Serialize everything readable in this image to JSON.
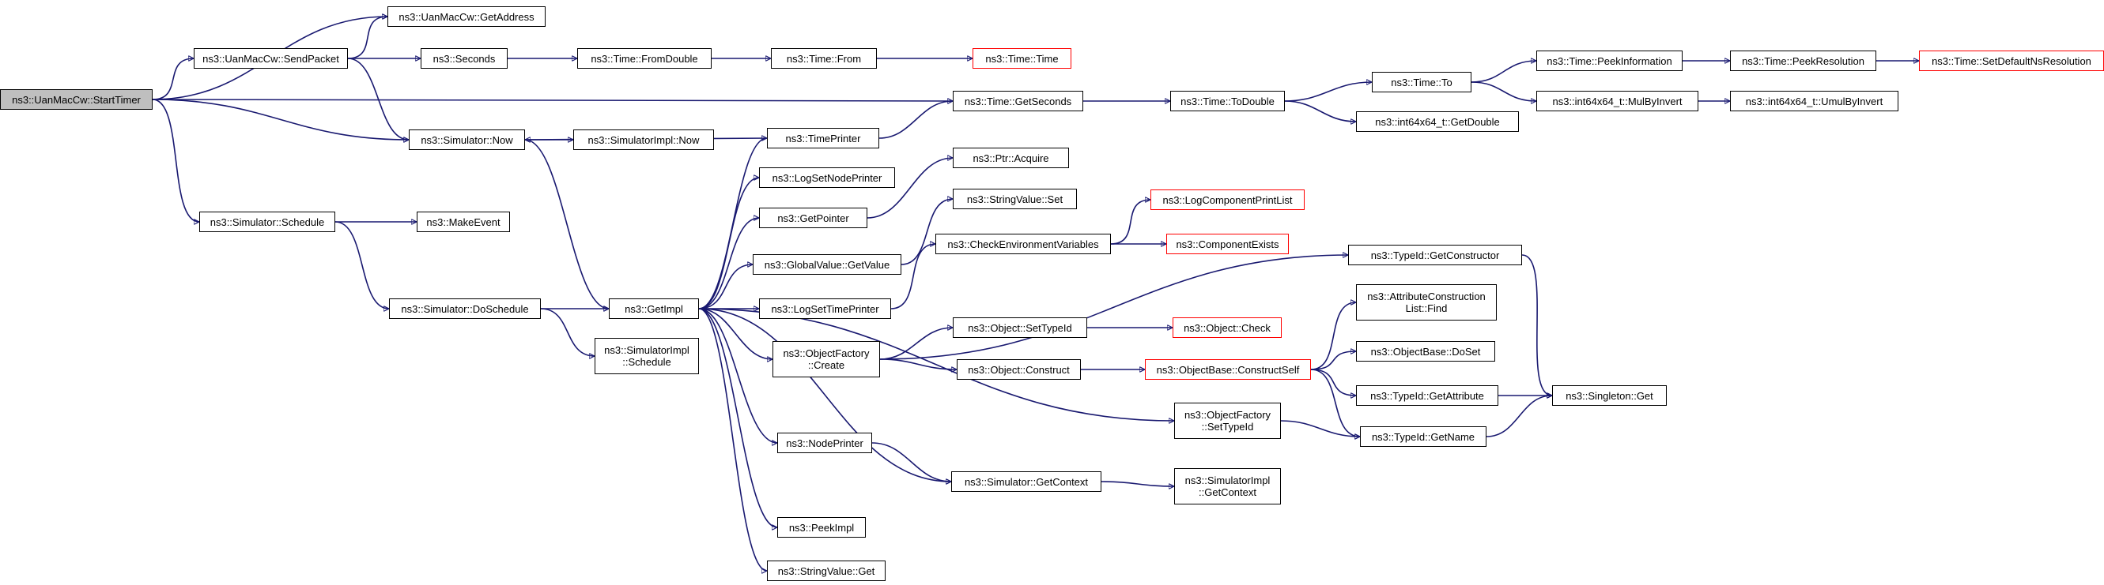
{
  "graph": {
    "direction": "LR",
    "edge_color": "#191970",
    "root_fill": "#bfbfbf",
    "incomplete_border_color": "#ff0000",
    "nodes": [
      {
        "id": "start",
        "label": "ns3::UanMacCw::StartTimer",
        "root": true
      },
      {
        "id": "getaddr",
        "label": "ns3::UanMacCw::GetAddress"
      },
      {
        "id": "sendpkt",
        "label": "ns3::UanMacCw::SendPacket"
      },
      {
        "id": "seconds",
        "label": "ns3::Seconds"
      },
      {
        "id": "fromdouble",
        "label": "ns3::Time::FromDouble"
      },
      {
        "id": "from",
        "label": "ns3::Time::From"
      },
      {
        "id": "timetime",
        "label": "ns3::Time::Time",
        "red": true
      },
      {
        "id": "getseconds",
        "label": "ns3::Time::GetSeconds"
      },
      {
        "id": "todouble",
        "label": "ns3::Time::ToDouble"
      },
      {
        "id": "timeto",
        "label": "ns3::Time::To"
      },
      {
        "id": "peekinfo",
        "label": "ns3::Time::PeekInformation"
      },
      {
        "id": "peekres",
        "label": "ns3::Time::PeekResolution"
      },
      {
        "id": "setdefault",
        "label": "ns3::Time::SetDefaultNsResolution",
        "red": true
      },
      {
        "id": "mulbyinvert",
        "label": "ns3::int64x64_t::MulByInvert"
      },
      {
        "id": "umulbyinvert",
        "label": "ns3::int64x64_t::UmulByInvert"
      },
      {
        "id": "getdouble",
        "label": "ns3::int64x64_t::GetDouble"
      },
      {
        "id": "simnow",
        "label": "ns3::Simulator::Now"
      },
      {
        "id": "simimplnow",
        "label": "ns3::SimulatorImpl::Now"
      },
      {
        "id": "timeprinter",
        "label": "ns3::TimePrinter"
      },
      {
        "id": "logsetnode",
        "label": "ns3::LogSetNodePrinter"
      },
      {
        "id": "ptracquire",
        "label": "ns3::Ptr::Acquire"
      },
      {
        "id": "getpointer",
        "label": "ns3::GetPointer"
      },
      {
        "id": "stringset",
        "label": "ns3::StringValue::Set"
      },
      {
        "id": "logcomp",
        "label": "ns3::LogComponentPrintList",
        "red": true
      },
      {
        "id": "checkenv",
        "label": "ns3::CheckEnvironmentVariables"
      },
      {
        "id": "compexists",
        "label": "ns3::ComponentExists",
        "red": true
      },
      {
        "id": "globalget",
        "label": "ns3::GlobalValue::GetValue"
      },
      {
        "id": "simschedule",
        "label": "ns3::Simulator::Schedule"
      },
      {
        "id": "makeevent",
        "label": "ns3::MakeEvent"
      },
      {
        "id": "getctor",
        "label": "ns3::TypeId::GetConstructor"
      },
      {
        "id": "doschedule",
        "label": "ns3::Simulator::DoSchedule"
      },
      {
        "id": "getimpl",
        "label": "ns3::GetImpl"
      },
      {
        "id": "logsettime",
        "label": "ns3::LogSetTimePrinter"
      },
      {
        "id": "attrfind",
        "label": [
          "ns3::AttributeConstruction",
          "List::Find"
        ]
      },
      {
        "id": "settypeid",
        "label": "ns3::Object::SetTypeId"
      },
      {
        "id": "objcheck",
        "label": "ns3::Object::Check",
        "red": true
      },
      {
        "id": "ofcreate",
        "label": [
          "ns3::ObjectFactory",
          "::Create"
        ]
      },
      {
        "id": "simimplsched",
        "label": [
          "ns3::SimulatorImpl",
          "::Schedule"
        ]
      },
      {
        "id": "objconstruct",
        "label": "ns3::Object::Construct"
      },
      {
        "id": "constructself",
        "label": "ns3::ObjectBase::ConstructSelf",
        "red": true
      },
      {
        "id": "doset",
        "label": "ns3::ObjectBase::DoSet"
      },
      {
        "id": "getattr",
        "label": "ns3::TypeId::GetAttribute"
      },
      {
        "id": "singleton",
        "label": "ns3::Singleton::Get"
      },
      {
        "id": "ofsettypeid",
        "label": [
          "ns3::ObjectFactory",
          "::SetTypeId"
        ]
      },
      {
        "id": "getname",
        "label": "ns3::TypeId::GetName"
      },
      {
        "id": "nodeprinter",
        "label": "ns3::NodePrinter"
      },
      {
        "id": "getcontext",
        "label": "ns3::Simulator::GetContext"
      },
      {
        "id": "simimplctx",
        "label": [
          "ns3::SimulatorImpl",
          "::GetContext"
        ]
      },
      {
        "id": "peekimpl",
        "label": "ns3::PeekImpl"
      },
      {
        "id": "stringget",
        "label": "ns3::StringValue::Get"
      }
    ],
    "edges": [
      [
        "start",
        "getaddr"
      ],
      [
        "start",
        "sendpkt"
      ],
      [
        "start",
        "getseconds"
      ],
      [
        "start",
        "simnow"
      ],
      [
        "start",
        "simschedule"
      ],
      [
        "sendpkt",
        "getaddr"
      ],
      [
        "sendpkt",
        "seconds"
      ],
      [
        "sendpkt",
        "simnow"
      ],
      [
        "seconds",
        "fromdouble"
      ],
      [
        "fromdouble",
        "from"
      ],
      [
        "from",
        "timetime"
      ],
      [
        "getseconds",
        "todouble"
      ],
      [
        "todouble",
        "timeto"
      ],
      [
        "todouble",
        "getdouble"
      ],
      [
        "timeto",
        "peekinfo"
      ],
      [
        "timeto",
        "mulbyinvert"
      ],
      [
        "peekinfo",
        "peekres"
      ],
      [
        "peekres",
        "setdefault"
      ],
      [
        "mulbyinvert",
        "umulbyinvert"
      ],
      [
        "simnow",
        "simimplnow"
      ],
      [
        "simnow",
        "getimpl"
      ],
      [
        "timeprinter",
        "simnow"
      ],
      [
        "timeprinter",
        "getseconds"
      ],
      [
        "getpointer",
        "ptracquire"
      ],
      [
        "globalget",
        "stringset"
      ],
      [
        "checkenv",
        "logcomp"
      ],
      [
        "checkenv",
        "compexists"
      ],
      [
        "simschedule",
        "makeevent"
      ],
      [
        "simschedule",
        "doschedule"
      ],
      [
        "doschedule",
        "getimpl"
      ],
      [
        "doschedule",
        "simimplsched"
      ],
      [
        "getimpl",
        "timeprinter"
      ],
      [
        "getimpl",
        "logsetnode"
      ],
      [
        "getimpl",
        "getpointer"
      ],
      [
        "getimpl",
        "globalget"
      ],
      [
        "getimpl",
        "logsettime"
      ],
      [
        "getimpl",
        "ofcreate"
      ],
      [
        "getimpl",
        "ofsettypeid"
      ],
      [
        "getimpl",
        "nodeprinter"
      ],
      [
        "getimpl",
        "peekimpl"
      ],
      [
        "getimpl",
        "stringget"
      ],
      [
        "getimpl",
        "getcontext"
      ],
      [
        "logsettime",
        "checkenv"
      ],
      [
        "ofcreate",
        "getctor"
      ],
      [
        "ofcreate",
        "settypeid"
      ],
      [
        "ofcreate",
        "objconstruct"
      ],
      [
        "settypeid",
        "objcheck"
      ],
      [
        "objconstruct",
        "constructself"
      ],
      [
        "constructself",
        "attrfind"
      ],
      [
        "constructself",
        "doset"
      ],
      [
        "constructself",
        "getattr"
      ],
      [
        "constructself",
        "getname"
      ],
      [
        "getctor",
        "singleton"
      ],
      [
        "getattr",
        "singleton"
      ],
      [
        "getname",
        "singleton"
      ],
      [
        "ofsettypeid",
        "getname"
      ],
      [
        "nodeprinter",
        "getcontext"
      ],
      [
        "getcontext",
        "simimplctx"
      ]
    ]
  }
}
